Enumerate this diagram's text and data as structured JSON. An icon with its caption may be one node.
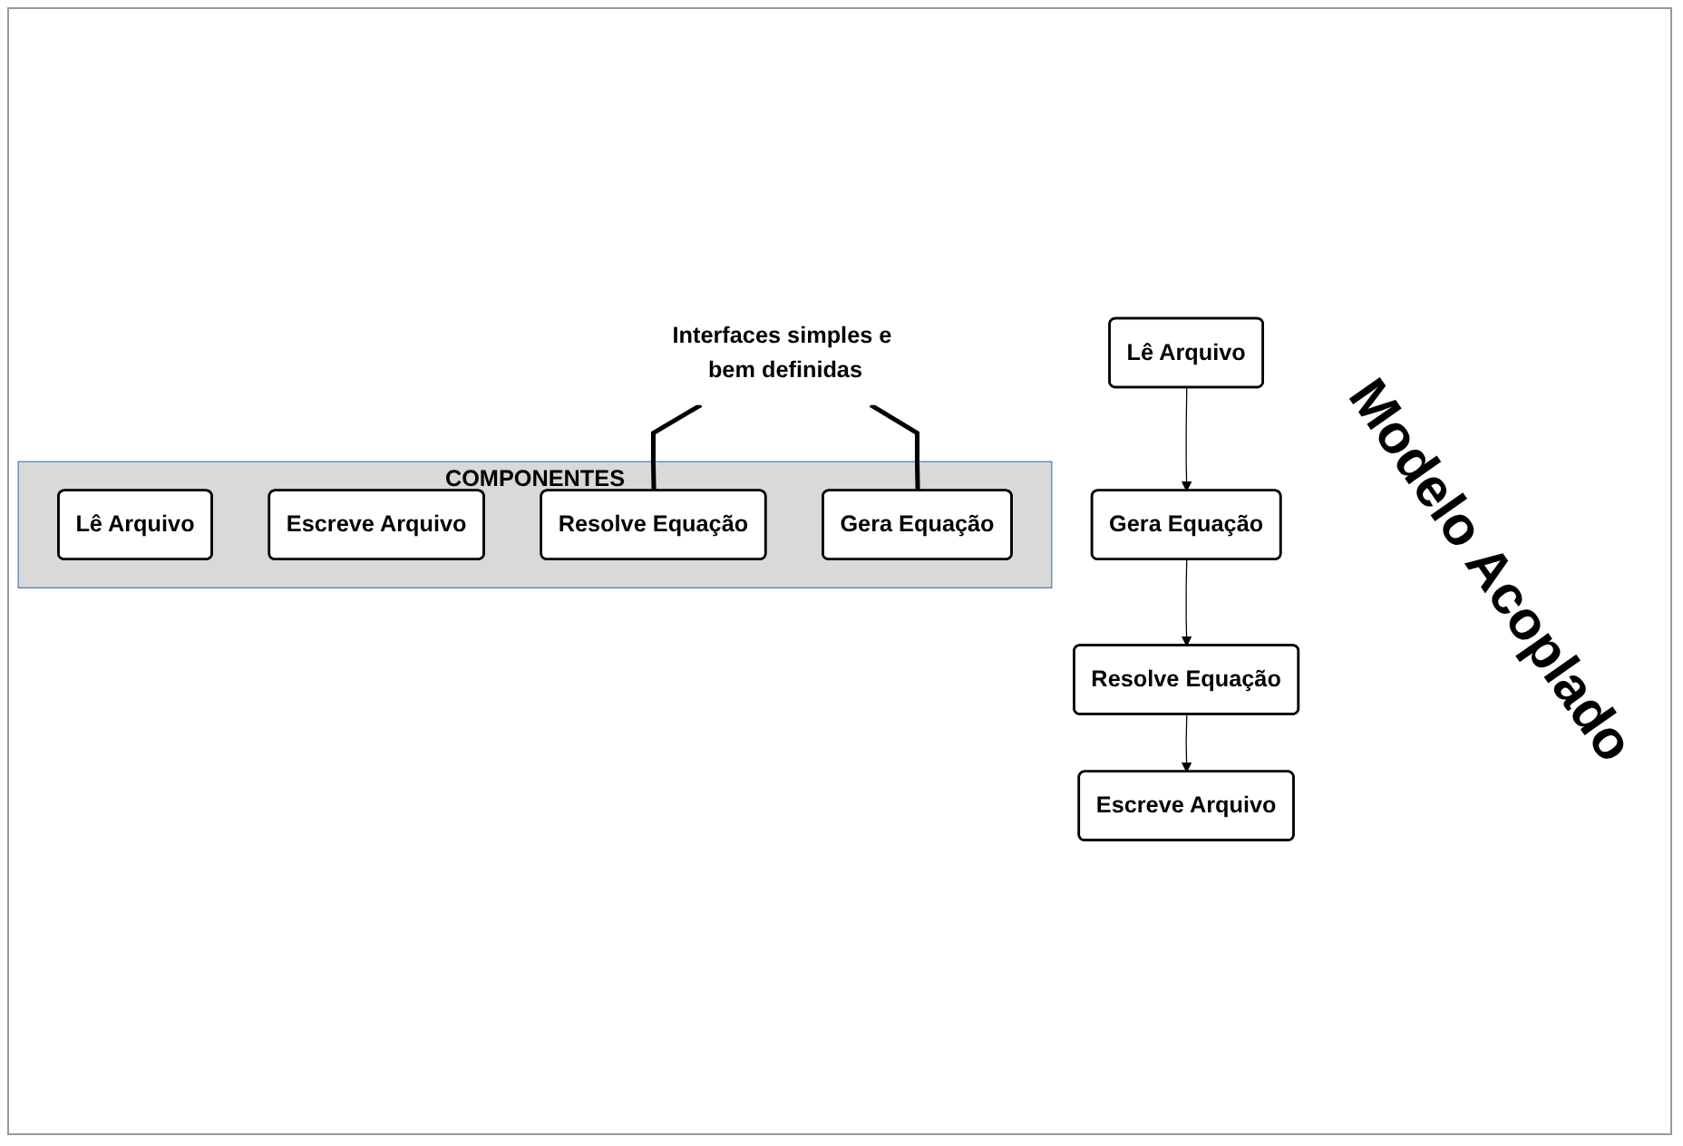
{
  "diagram": {
    "nodes": [
      {
        "text": [
          "COMPONENTES"
        ]
      },
      {
        "text": [
          "Lê Arquivo"
        ],
        "in": 0
      },
      {
        "text": [
          "Escreve Arquivo"
        ],
        "in": 0
      },
      {
        "text": [
          "Resolve Equação"
        ],
        "in": 0
      },
      {
        "text": [
          "Gera Equação"
        ],
        "in": 0
      },
      {
        "text": [
          "Lê Arquivo"
        ]
      },
      {
        "text": [
          "Gera Equação"
        ]
      },
      {
        "text": [
          "Resolve Equação"
        ]
      },
      {
        "text": [
          "Escreve Arquivo"
        ]
      },
      {
        "text": [
          "Interfaces simples e bem definidas"
        ]
      }
    ],
    "edges": [
      {
        "from": 5,
        "to": 6,
        "arrow": "to"
      },
      {
        "from": 6,
        "to": 7,
        "arrow": "to"
      },
      {
        "from": 7,
        "to": 8,
        "arrow": "to"
      },
      {
        "from": 9,
        "to": 3,
        "arrow": "none",
        "style": "thick"
      },
      {
        "from": 9,
        "to": 4,
        "arrow": "none",
        "style": "thick"
      }
    ],
    "labels": [
      "Modelo Acoplado"
    ]
  }
}
